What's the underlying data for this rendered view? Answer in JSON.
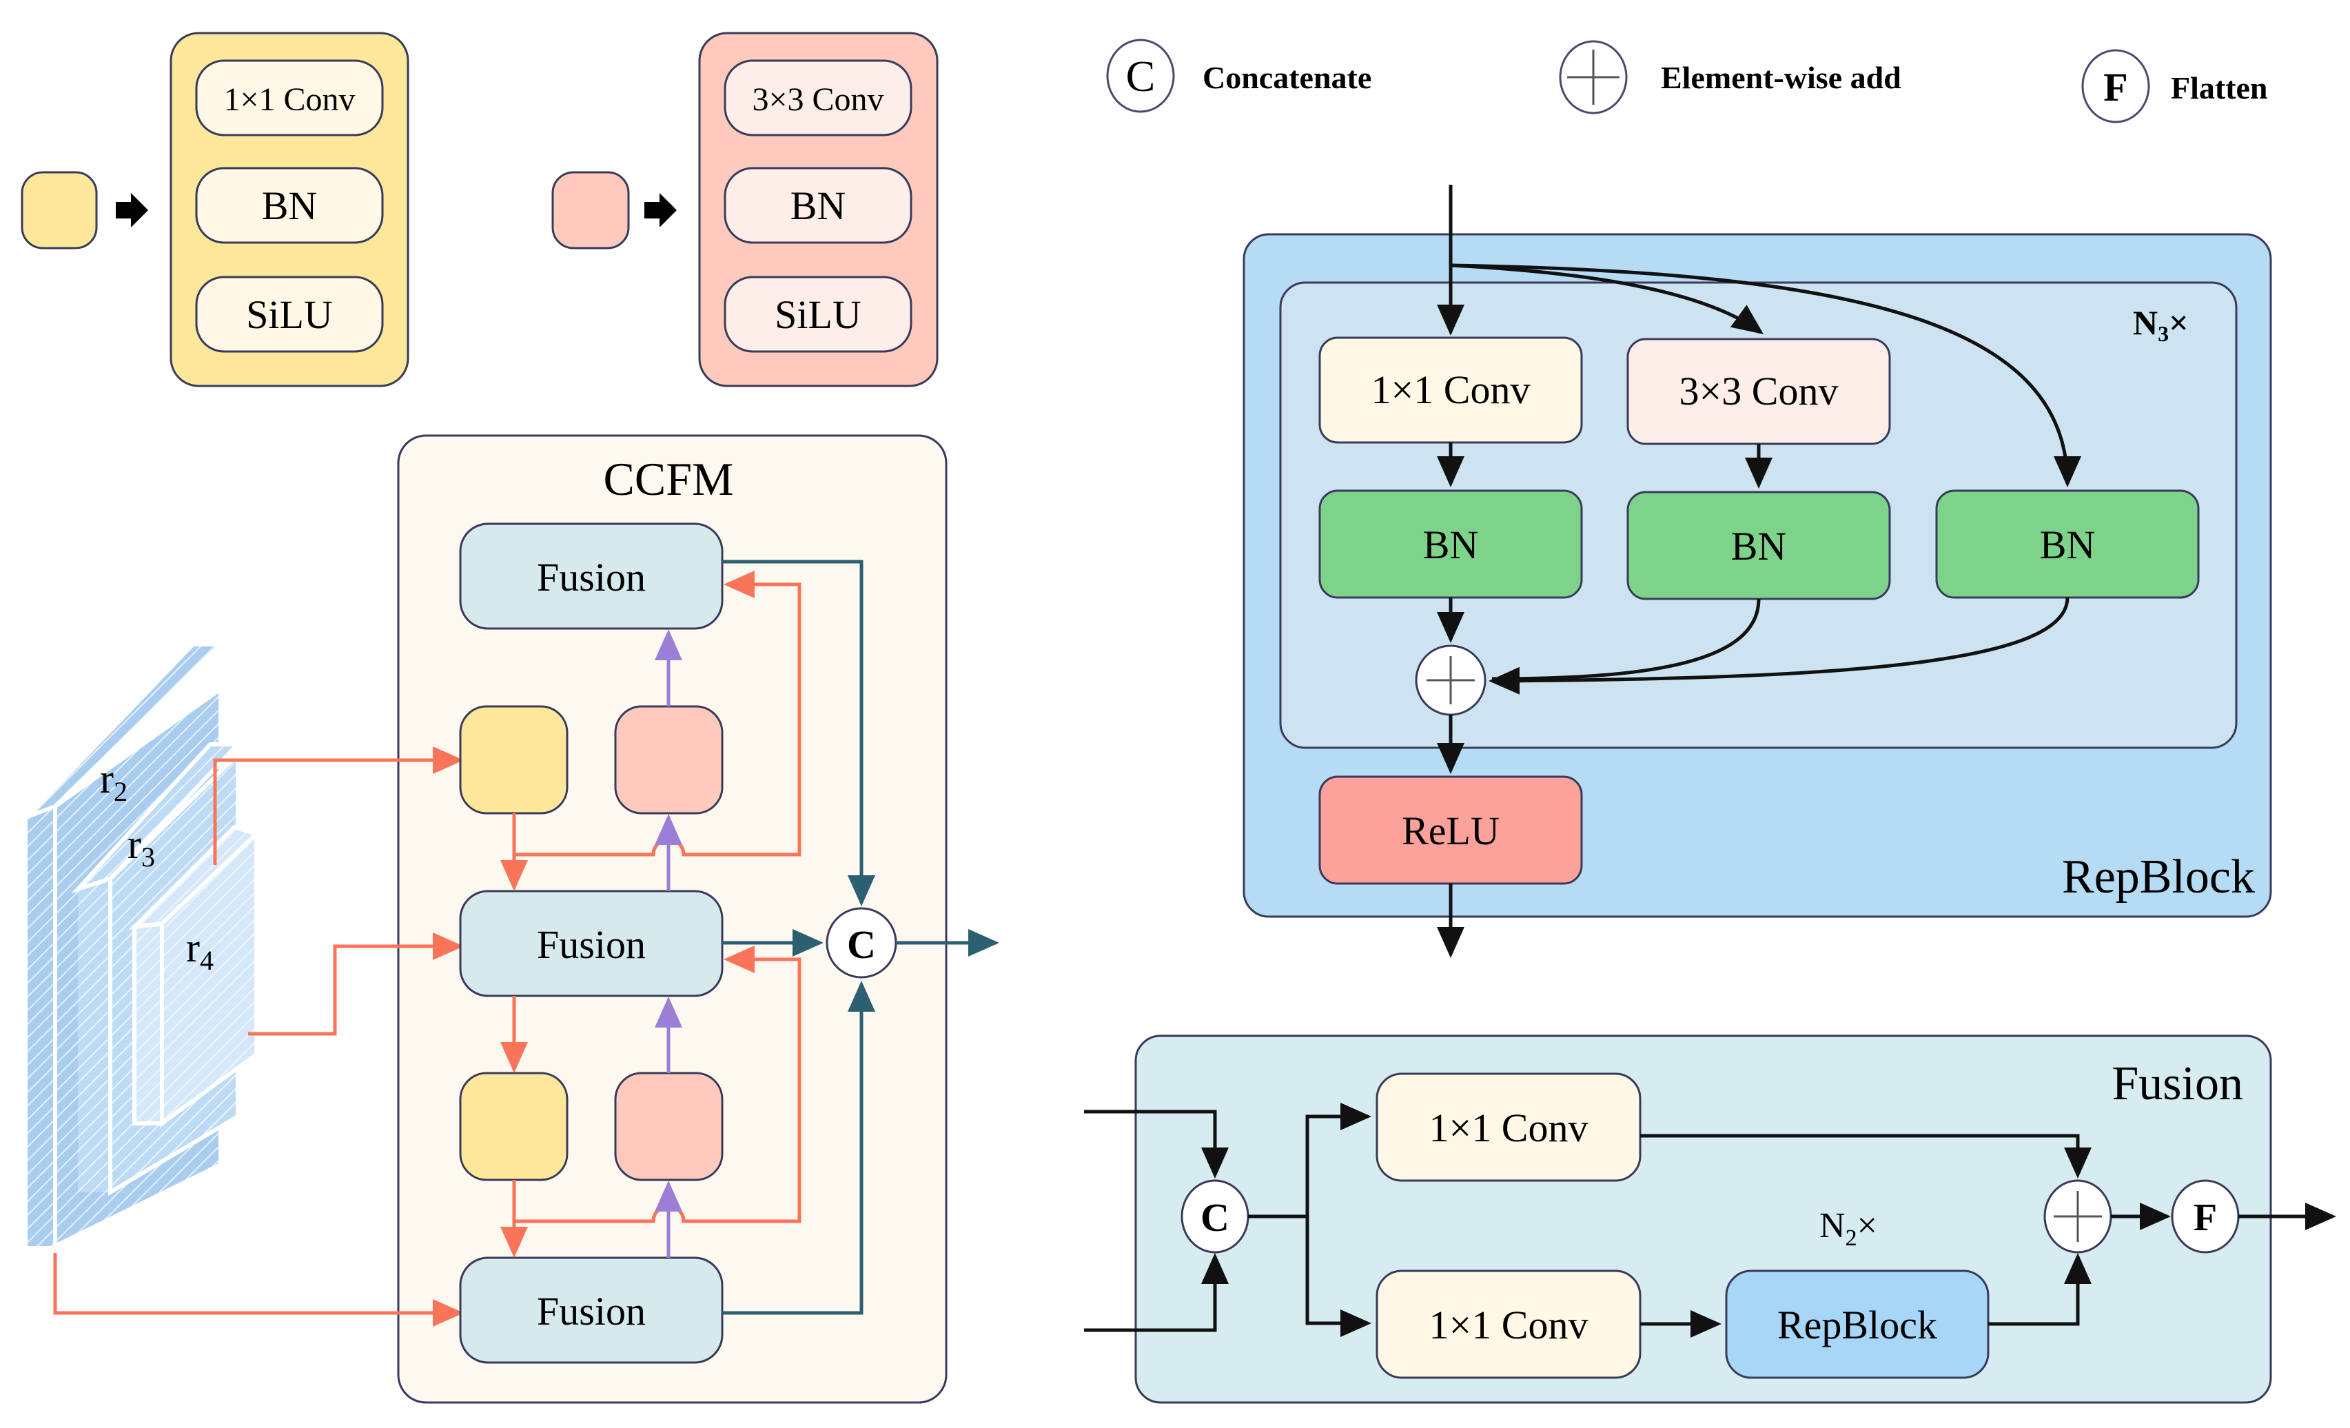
{
  "legend": {
    "yellow_block": {
      "layers": [
        "1×1 Conv",
        "BN",
        "SiLU"
      ],
      "fill": "#fde89a",
      "inner_fill": "#fff8e6"
    },
    "pink_block": {
      "layers": [
        "3×3 Conv",
        "BN",
        "SiLU"
      ],
      "fill": "#fdcabd",
      "inner_fill": "#fdeee9"
    },
    "symbols": [
      {
        "glyph": "C",
        "label": "Concatenate"
      },
      {
        "glyph": "+",
        "label": "Element-wise add"
      },
      {
        "glyph": "F",
        "label": "Flatten"
      }
    ]
  },
  "inputs": {
    "labels": [
      {
        "base": "r",
        "sub": "2"
      },
      {
        "base": "r",
        "sub": "3"
      },
      {
        "base": "r",
        "sub": "4"
      }
    ]
  },
  "ccfm": {
    "title": "CCFM",
    "fusion_label": "Fusion",
    "concat_glyph": "C",
    "colors": {
      "background": "#fdf9f1",
      "fusion_fill": "#d6eaed",
      "orange_arrow": "#f97459",
      "purple_arrow": "#9b7fd6",
      "teal_arrow": "#2d5f73"
    }
  },
  "repblock": {
    "title": "RepBlock",
    "repeat": {
      "base": "N",
      "sub": "3",
      "suffix": "×"
    },
    "branches": [
      {
        "conv": "1×1 Conv",
        "bn": "BN"
      },
      {
        "conv": "3×3 Conv",
        "bn": "BN"
      },
      {
        "conv": null,
        "bn": "BN"
      }
    ],
    "add_glyph": "+",
    "activation": "ReLU",
    "colors": {
      "outer": "#b5dbf5",
      "inner": "#cde3f1",
      "bn": "#7dd38a",
      "relu": "#fca29b"
    }
  },
  "fusion": {
    "title": "Fusion",
    "concat_glyph": "C",
    "conv_top": "1×1 Conv",
    "conv_bottom": "1×1 Conv",
    "repblock": "RepBlock",
    "repeat": {
      "base": "N",
      "sub": "2",
      "suffix": "×"
    },
    "add_glyph": "+",
    "flatten_glyph": "F",
    "colors": {
      "background": "#d6ecf1",
      "conv": "#fff8e6",
      "repblock": "#a8d6f7"
    }
  }
}
